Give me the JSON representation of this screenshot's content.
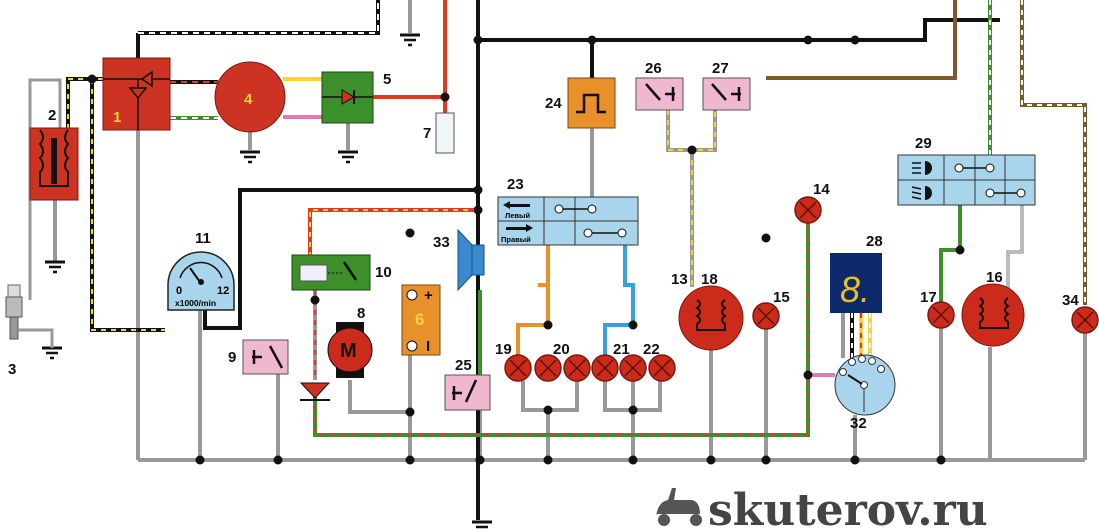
{
  "labels": {
    "n1": "1",
    "n2": "2",
    "n3": "3",
    "n4": "4",
    "n5": "5",
    "n6": "6",
    "n7": "7",
    "n8": "8",
    "n9": "9",
    "n10": "10",
    "n11": "11",
    "n13": "13",
    "n14": "14",
    "n15": "15",
    "n16": "16",
    "n17": "17",
    "n18": "18",
    "n19": "19",
    "n20": "20",
    "n21": "21",
    "n22": "22",
    "n23": "23",
    "n24": "24",
    "n25": "25",
    "n26": "26",
    "n27": "27",
    "n28": "28",
    "n29": "29",
    "n32": "32",
    "n33": "33",
    "n34": "34"
  },
  "tachometer": {
    "min": "0",
    "max": "12",
    "unit": "x1000/min"
  },
  "battery": {
    "plus": "+",
    "minus": "I"
  },
  "motor": {
    "symbol": "M"
  },
  "turn_switch": {
    "left": "Левый",
    "right": "Правый"
  },
  "display": {
    "digit": "8."
  },
  "watermark": "skuterov.ru",
  "colors": {
    "red": "#e03a22",
    "black": "#111111",
    "grey": "#9a9a9a",
    "yellow": "#f5d33a",
    "green": "#3c8f2a",
    "orange": "#e8902a",
    "blue": "#3aa0dd",
    "brown": "#7a5a2a",
    "pink": "#e07ab0",
    "component_red": "#cc3322",
    "switch_pink": "#f0b8d0",
    "panel_blue": "#a8d4ec",
    "navy": "#0c2a6a"
  }
}
